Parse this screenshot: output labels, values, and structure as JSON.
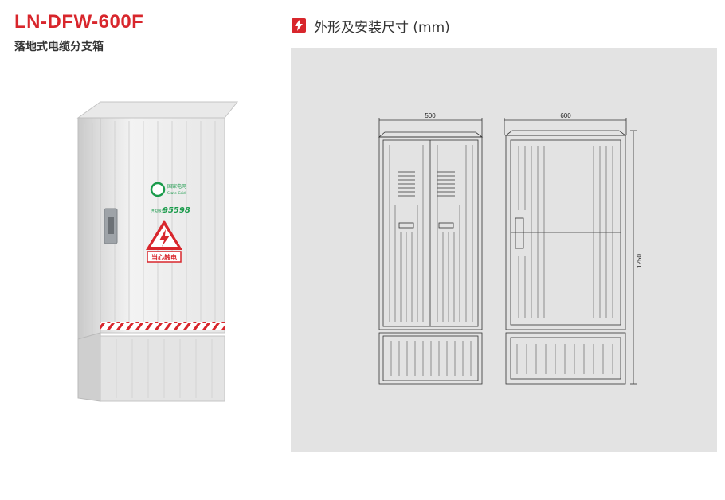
{
  "product": {
    "model": "LN-DFW-600F",
    "subtitle": "落地式电缆分支箱"
  },
  "section": {
    "heading": "外形及安装尺寸 (mm)",
    "icon": "lightning-icon"
  },
  "photo": {
    "logo_text": "国家电网",
    "logo_sub": "State Grid",
    "hotline_label": "供电服务",
    "hotline": "95598",
    "warning_label": "当心触电"
  },
  "drawing": {
    "front_width": "500",
    "side_width": "600",
    "height": "1250"
  },
  "colors": {
    "brand_red": "#d8262c",
    "panel_bg": "#e3e3e3",
    "grid_green": "#1a9b4b"
  }
}
